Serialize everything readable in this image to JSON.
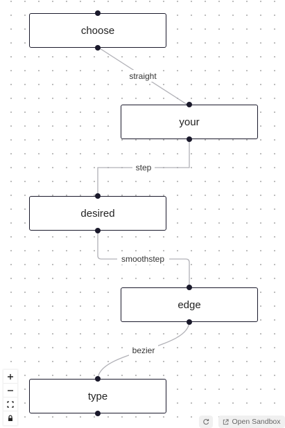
{
  "nodes": {
    "choose": "choose",
    "your": "your",
    "desired": "desired",
    "edge": "edge",
    "type": "type"
  },
  "edges": {
    "straight": "straight",
    "step": "step",
    "smoothstep": "smoothstep",
    "bezier": "bezier"
  },
  "controls": {
    "zoom_in_icon": "plus-icon",
    "zoom_out_icon": "minus-icon",
    "fit_view_icon": "fit-view-icon",
    "lock_icon": "lock-icon"
  },
  "footer": {
    "reload_icon": "reload-icon",
    "open_sandbox_label": "Open Sandbox",
    "open_sandbox_icon": "external-link-icon"
  },
  "colors": {
    "node_border": "#1a192b",
    "edge_stroke": "#b1b1b7",
    "background_dots": "#b9b9b9"
  }
}
